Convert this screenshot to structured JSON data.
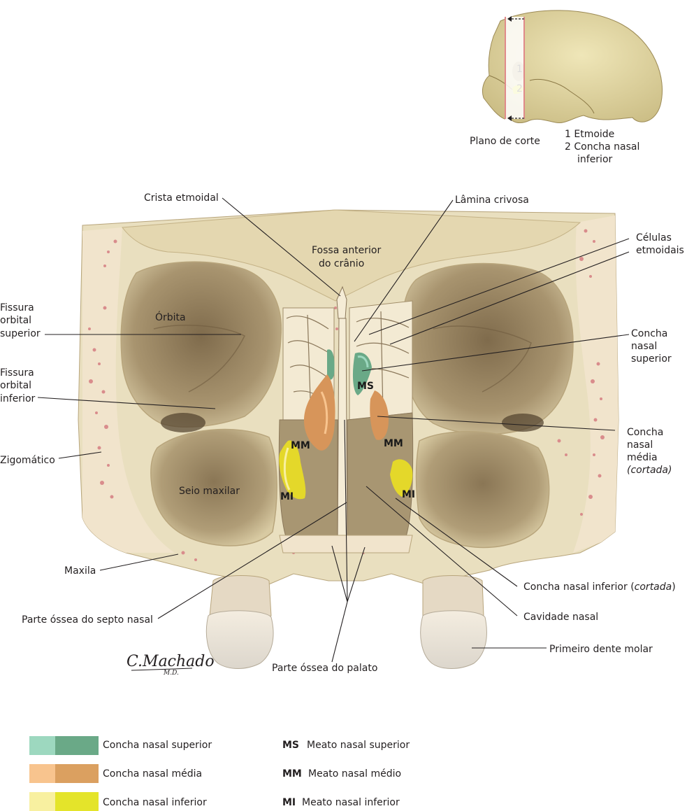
{
  "inset": {
    "marker_1": "1",
    "marker_2": "2",
    "plane_label": "Plano de corte",
    "key_line_1": "1 Etmoide",
    "key_line_2": "2 Concha nasal",
    "key_line_3": "inferior"
  },
  "labels": {
    "crista_etmoidal": "Crista etmoidal",
    "lamina_crivosa": "Lâmina crivosa",
    "fossa_anterior_1": "Fossa anterior",
    "fossa_anterior_2": "do crânio",
    "celulas_1": "Células",
    "celulas_2": "etmoidais",
    "orbita": "Órbita",
    "fissura_sup_1": "Fissura",
    "fissura_sup_2": "orbital",
    "fissura_sup_3": "superior",
    "fissura_inf_1": "Fissura",
    "fissura_inf_2": "orbital",
    "fissura_inf_3": "inferior",
    "concha_sup_1": "Concha",
    "concha_sup_2": "nasal",
    "concha_sup_3": "superior",
    "concha_media_1": "Concha",
    "concha_media_2": "nasal",
    "concha_media_3": "média",
    "concha_media_4": "(cortada)",
    "zigomatico": "Zigomático",
    "seio_maxilar": "Seio maxilar",
    "maxila": "Maxila",
    "concha_inf_prefix": "Concha nasal inferior (",
    "concha_inf_italic": "cortada",
    "concha_inf_suffix": ")",
    "cavidade_nasal": "Cavidade nasal",
    "septo": "Parte óssea do septo nasal",
    "primeiro_molar": "Primeiro dente molar",
    "palato": "Parte óssea do palato",
    "ms": "MS",
    "mm_left": "MM",
    "mm_right": "MM",
    "mi_left": "MI",
    "mi_right": "MI"
  },
  "signature": {
    "name": "C.Machado",
    "suffix": "M.D."
  },
  "legend": {
    "swatches": [
      {
        "label": "Concha nasal superior",
        "light": "#9dd8bf",
        "dark": "#6aa987"
      },
      {
        "label": "Concha nasal média",
        "light": "#f8c48e",
        "dark": "#dba060"
      },
      {
        "label": "Concha nasal inferior",
        "light": "#f8f0a0",
        "dark": "#e4e42a"
      }
    ],
    "abbreviations": [
      {
        "abbr": "MS",
        "text": "Meato nasal superior"
      },
      {
        "abbr": "MM",
        "text": "Meato nasal médio"
      },
      {
        "abbr": "MI",
        "text": "Meato nasal inferior"
      }
    ]
  },
  "colors": {
    "bone": "#e9dfbf",
    "bone_shadow": "#b8a57c",
    "cavity": "#a89672",
    "marrow": "#d98c8c",
    "superior_concha": "#6aa987",
    "middle_concha": "#d7955a",
    "inferior_concha": "#e4d82a",
    "plane_line": "#e08a8a"
  }
}
